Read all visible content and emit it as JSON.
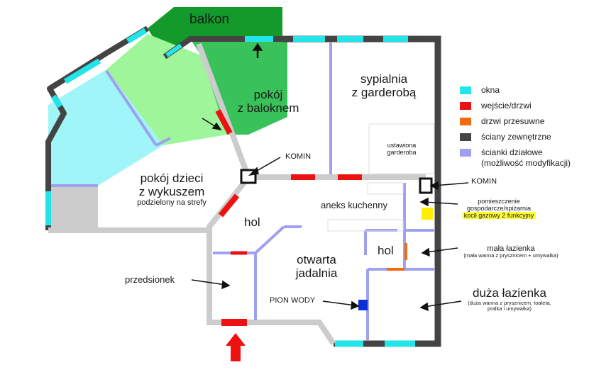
{
  "colors": {
    "window": "#22e5ea",
    "door": "#ee1111",
    "sliding_door": "#f06a10",
    "exterior_wall": "#444444",
    "partition_wall": "#9fa0f0",
    "internal_wall": "#cccccc",
    "balcony": "#139a2a",
    "room_with_balcony": "#39c25a",
    "kids_room": "#9ff59a",
    "bay_window": "#9ff5f7",
    "bay_window_grey": "#cccccc",
    "water_riser": "#0b2fd8",
    "gas_boiler": "#ffee00",
    "entrance_arrow": "#ee1111"
  },
  "rooms": {
    "balcony": "balkon",
    "room_balcony": [
      "pokój",
      "z baloknem"
    ],
    "bedroom": [
      "sypialnia",
      "z garderobą"
    ],
    "wardrobe": [
      "ustawiona",
      "garderoba"
    ],
    "kids_room": [
      "pokój dzieci",
      "z wykuszem"
    ],
    "kids_room_note": "podzielony na strefy",
    "hall": "hol",
    "kitchen": "aneks kuchenny",
    "hall_small": "hol",
    "dining": [
      "otwarta",
      "jadalnia"
    ]
  },
  "annotations": {
    "chimney_left": "KOMIN",
    "chimney_right": "KOMIN",
    "utility": [
      "pomieszczenie",
      "gospodarcze/spiżarnia"
    ],
    "gas_boiler": "kocił gazowy 2 funkcyjny",
    "small_bathroom": "mała łazienka",
    "small_bathroom_note": "(mała wanna z prysznicem + umywalka)",
    "large_bathroom": "duża łazienka",
    "large_bathroom_note": [
      "(duża wanna z prysznicem, toaleta,",
      "pralka i umywalka)"
    ],
    "vestibule": "przedsionek",
    "water_riser": "PION WODY"
  },
  "legend": [
    {
      "label": "okna",
      "color": "#22e5ea"
    },
    {
      "label": "wejście/drzwi",
      "color": "#ee1111"
    },
    {
      "label": "drzwi przesuwne",
      "color": "#f06a10"
    },
    {
      "label": "ściany zewnętrzne",
      "color": "#444444"
    },
    {
      "label": "ścianki działowe",
      "label2": "(możliwość modyfikacji)",
      "color": "#9fa0f0"
    }
  ]
}
